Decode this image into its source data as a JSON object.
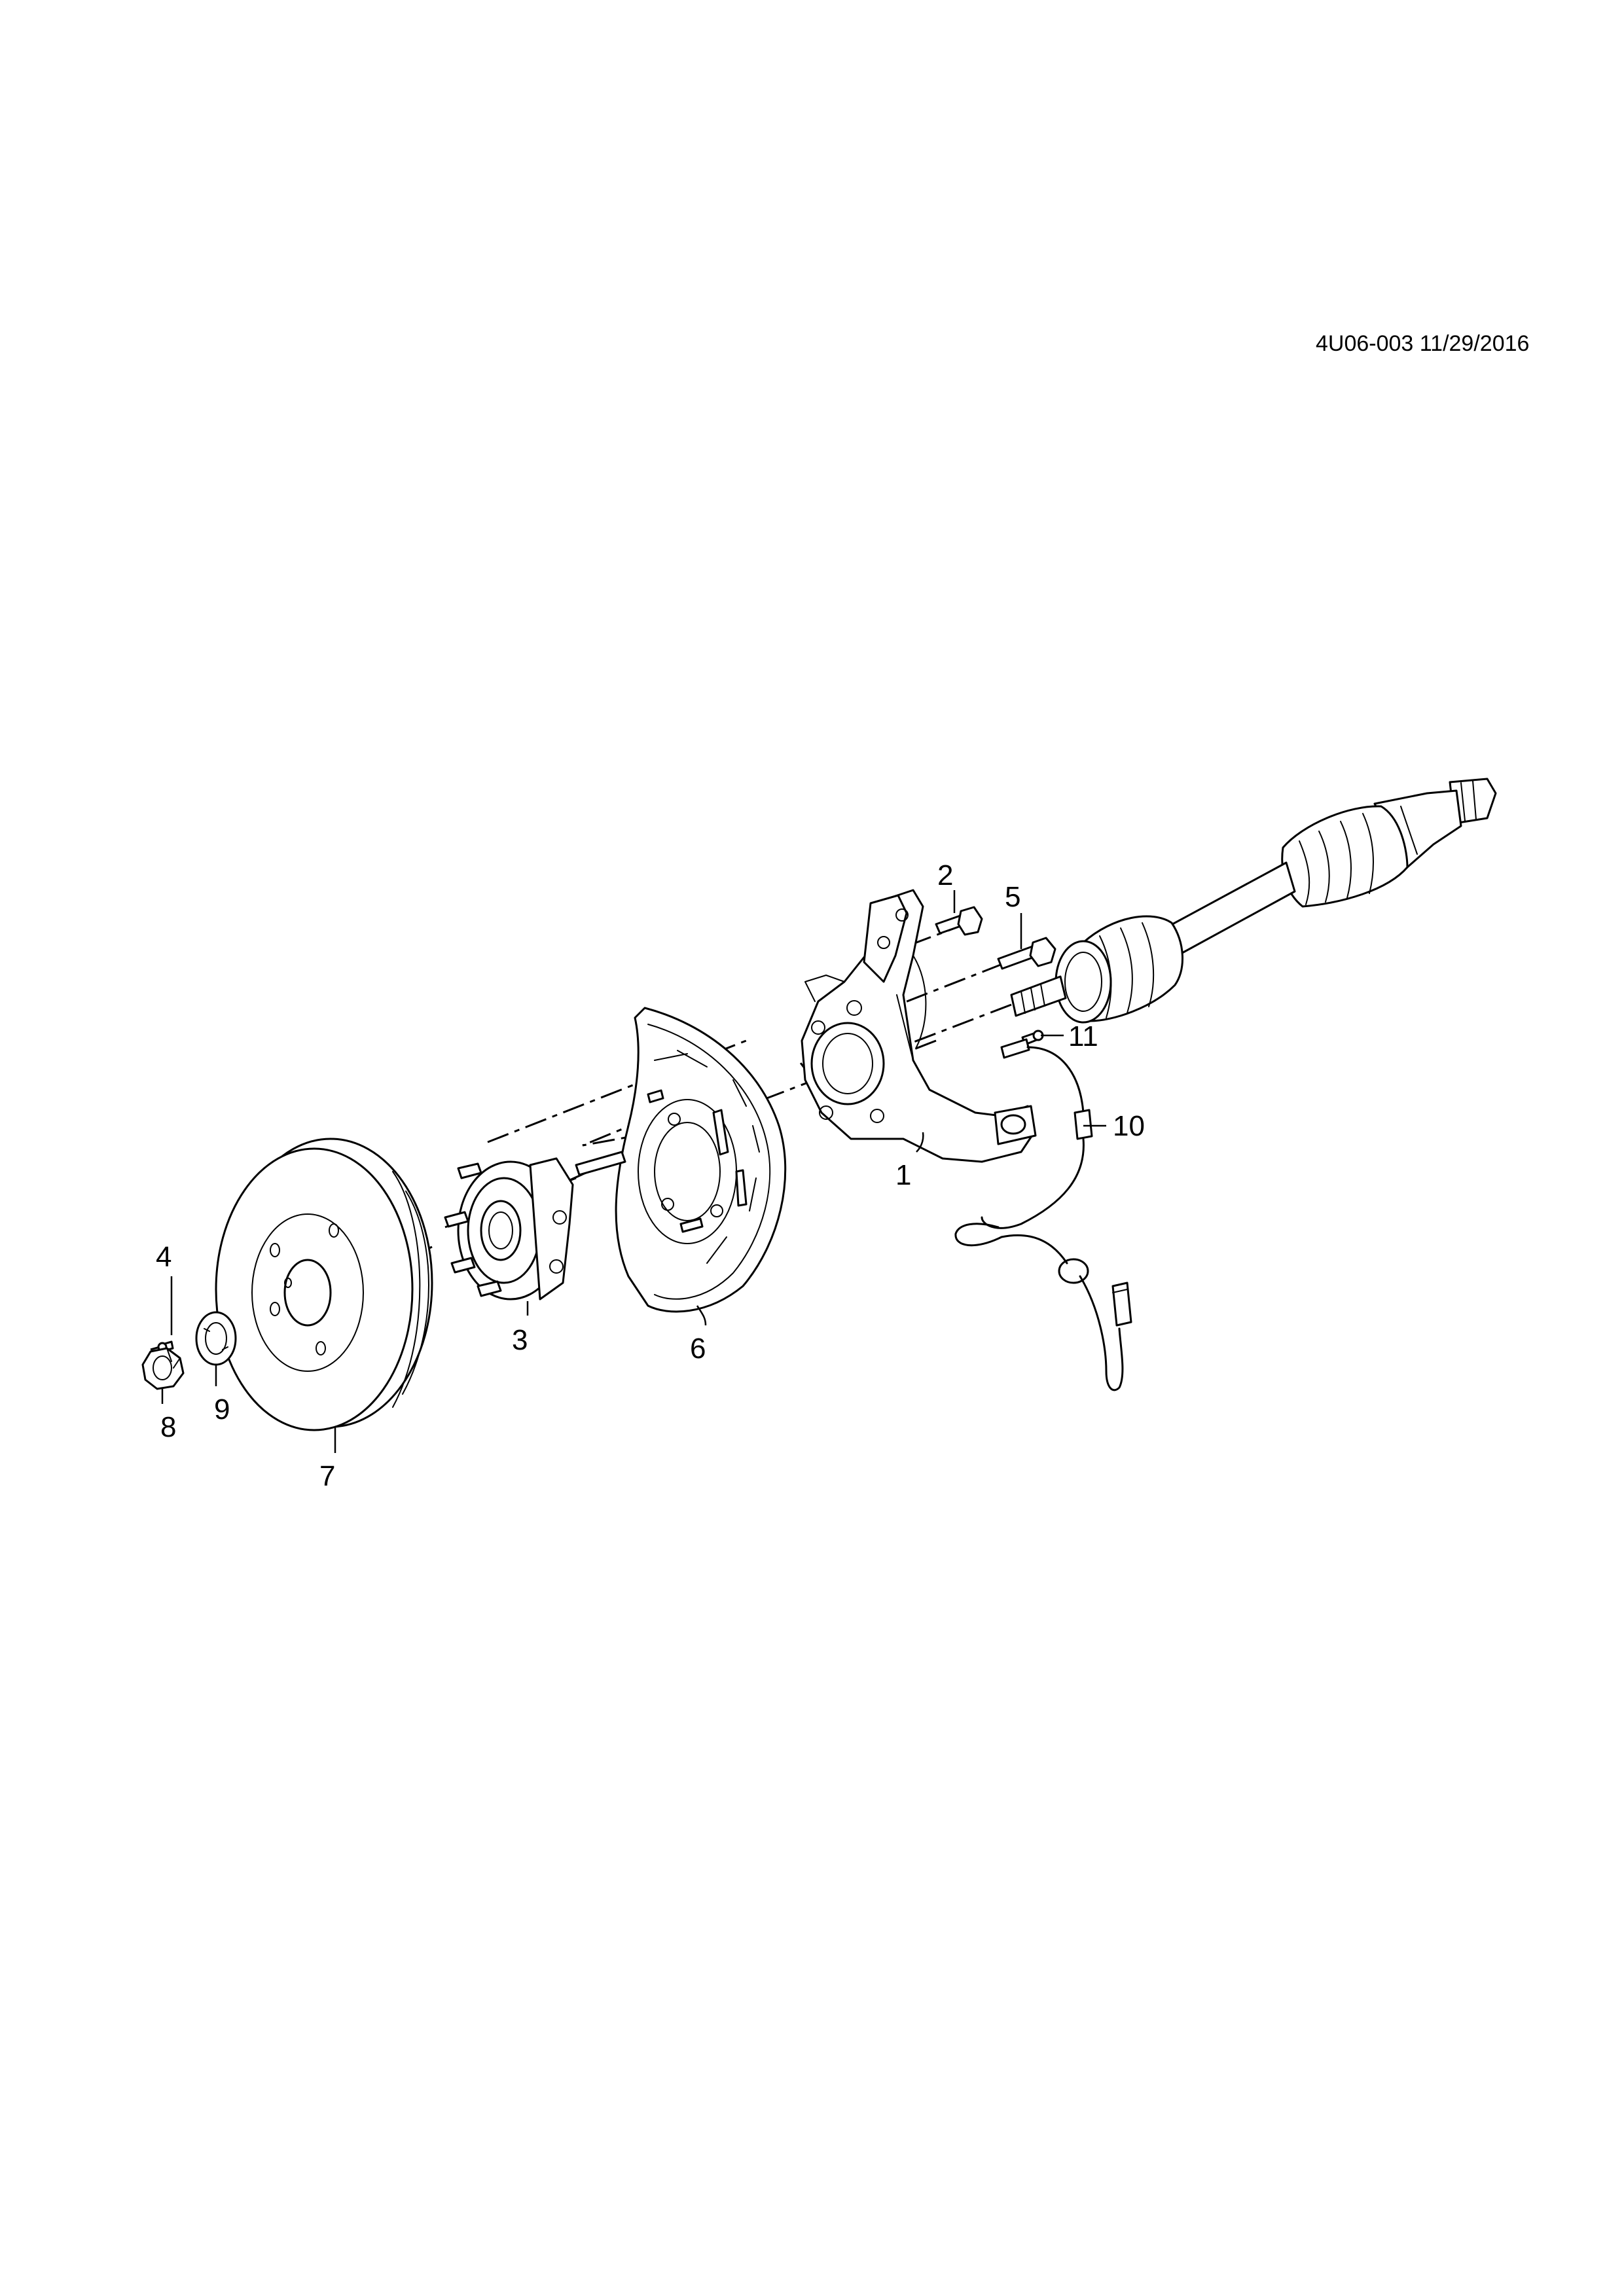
{
  "document": {
    "reference": "4U06-003 11/29/2016"
  },
  "callouts": [
    {
      "id": "1",
      "text": "1"
    },
    {
      "id": "2",
      "text": "2"
    },
    {
      "id": "3",
      "text": "3"
    },
    {
      "id": "4",
      "text": "4"
    },
    {
      "id": "5",
      "text": "5"
    },
    {
      "id": "6",
      "text": "6"
    },
    {
      "id": "7",
      "text": "7"
    },
    {
      "id": "8",
      "text": "8"
    },
    {
      "id": "9",
      "text": "9"
    },
    {
      "id": "10",
      "text": "10"
    },
    {
      "id": "11",
      "text": "11"
    }
  ]
}
